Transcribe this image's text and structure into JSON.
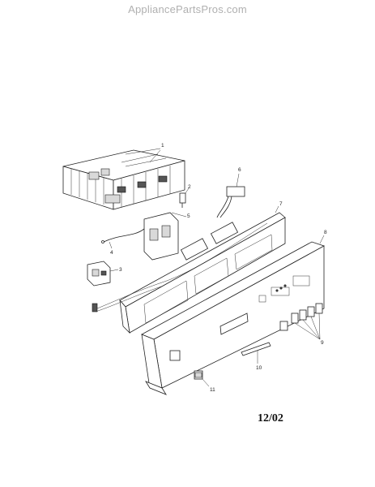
{
  "watermark": "AppliancePartsPros.com",
  "date_code": "12/02",
  "callouts": [
    "1",
    "2",
    "3",
    "4",
    "5",
    "6",
    "7",
    "8",
    "9",
    "10",
    "11"
  ]
}
